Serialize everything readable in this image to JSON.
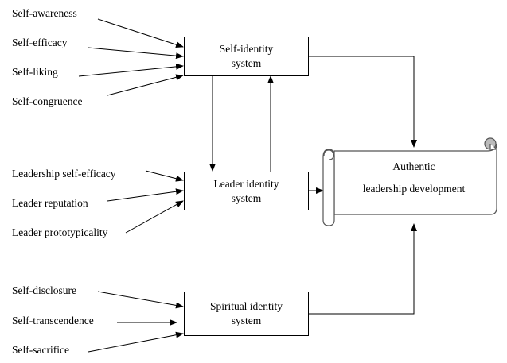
{
  "diagram": {
    "inputs": {
      "self_identity": [
        "Self-awareness",
        "Self-efficacy",
        "Self-liking",
        "Self-congruence"
      ],
      "leader_identity": [
        "Leadership self-efficacy",
        "Leader reputation",
        "Leader prototypicality"
      ],
      "spiritual_identity": [
        "Self-disclosure",
        "Self-transcendence",
        "Self-sacrifice"
      ]
    },
    "boxes": {
      "self_identity": {
        "line1": "Self-identity",
        "line2": "system"
      },
      "leader_identity": {
        "line1": "Leader identity",
        "line2": "system"
      },
      "spiritual_identity": {
        "line1": "Spiritual identity",
        "line2": "system"
      }
    },
    "outcome": {
      "line1": "Authentic",
      "line2": "leadership development"
    }
  }
}
